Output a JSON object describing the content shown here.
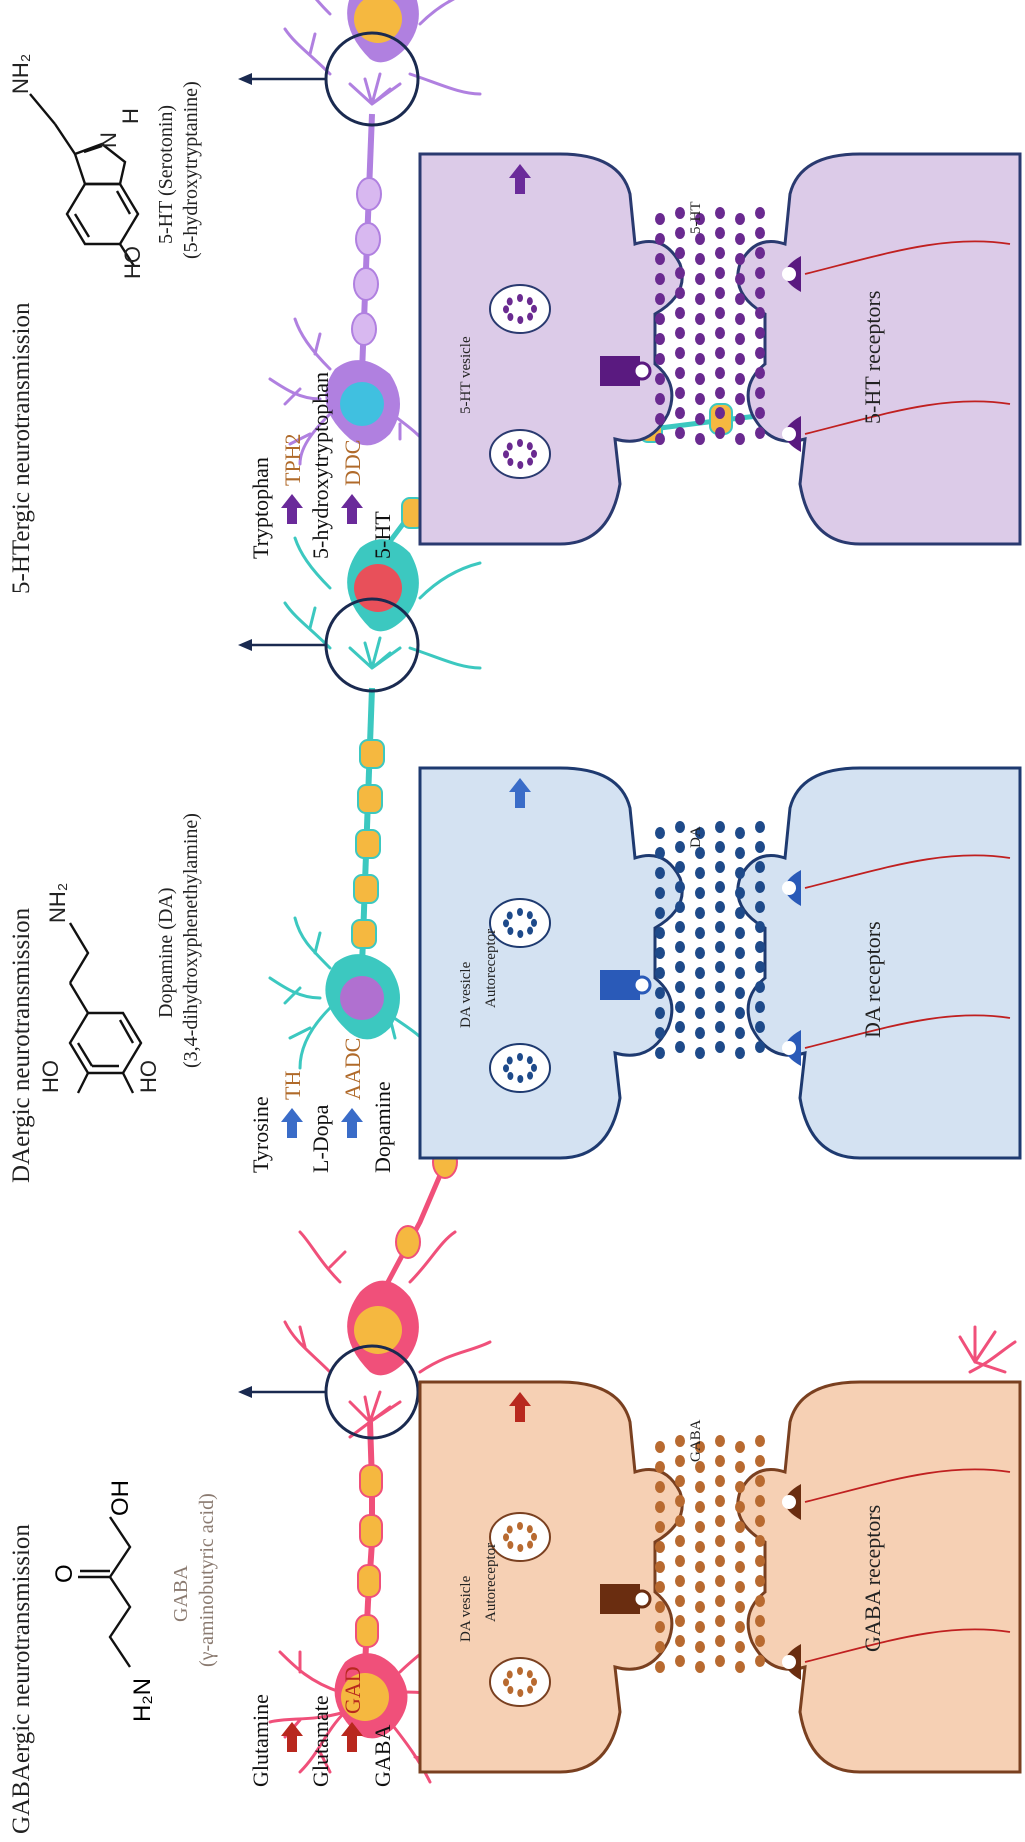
{
  "panels": [
    {
      "title": "GABAergic neurotransmission",
      "molecule_name": "GABA",
      "molecule_fullname": "(γ-aminobutyric acid)",
      "struct_labels": {
        "amine": "H₂N",
        "acid_o": "O",
        "acid_oh": "OH"
      },
      "pathway": {
        "s1": "Glutamine",
        "s2": "Glutamate",
        "e2": "GAD",
        "s3": "GABA"
      },
      "labels": {
        "vesicle": "DA vesicle",
        "autoreceptor": "Autoreceptor",
        "nt": "GABA",
        "receptors": "GABA receptors"
      },
      "colors": {
        "accent": "#b8281e",
        "enzyme": "#b8281e",
        "synapse_fill": "#f6d0b4",
        "synapse_stroke": "#7a4020",
        "dot": "#b86a30",
        "receptor": "#6a2d10",
        "neuron": "#f0507a",
        "soma": "#f5b840"
      }
    },
    {
      "title": "DAergic neurotransmission",
      "molecule_name": "Dopamine (DA)",
      "molecule_fullname": "(3,4-dihydroxyphenethylamine)",
      "struct_labels": {
        "oh1": "HO",
        "oh2": "HO",
        "amine": "NH₂"
      },
      "pathway": {
        "s1": "Tyrosine",
        "e1": "TH",
        "s2": "L-Dopa",
        "e2": "AADC",
        "s3": "Dopamine"
      },
      "labels": {
        "vesicle": "DA vesicle",
        "autoreceptor": "Autoreceptor",
        "nt": "DA",
        "receptors": "DA receptors"
      },
      "colors": {
        "accent": "#3a6cc8",
        "enzyme": "#b06a2a",
        "synapse_fill": "#d4e2f2",
        "synapse_stroke": "#1e3a70",
        "dot": "#1e4a8a",
        "receptor": "#2a5ab8",
        "neuron": "#3cc8c0",
        "soma": "#e8505a"
      }
    },
    {
      "title": "5-HTergic neurotransmission",
      "molecule_name": "5-HT (Serotonin)",
      "molecule_fullname": "(5-hydroxytryptanine)",
      "struct_labels": {
        "oh": "HO",
        "amine": "NH₂",
        "nh": "N",
        "h": "H"
      },
      "pathway": {
        "s1": "Tryptophan",
        "e1": "TPH2",
        "s2": "5-hydroxytryptophan",
        "e2": "DDC",
        "s3": "5-HT"
      },
      "labels": {
        "vesicle": "5-HT vesicle",
        "nt": "5-HT",
        "receptors": "5-HT receptors"
      },
      "colors": {
        "accent": "#6a2a9a",
        "enzyme": "#b06a2a",
        "synapse_fill": "#dccbe8",
        "synapse_stroke": "#2a3a70",
        "dot": "#6a2a90",
        "receptor": "#5a1a80",
        "neuron": "#b080e0",
        "soma": "#40c0e0"
      }
    }
  ]
}
